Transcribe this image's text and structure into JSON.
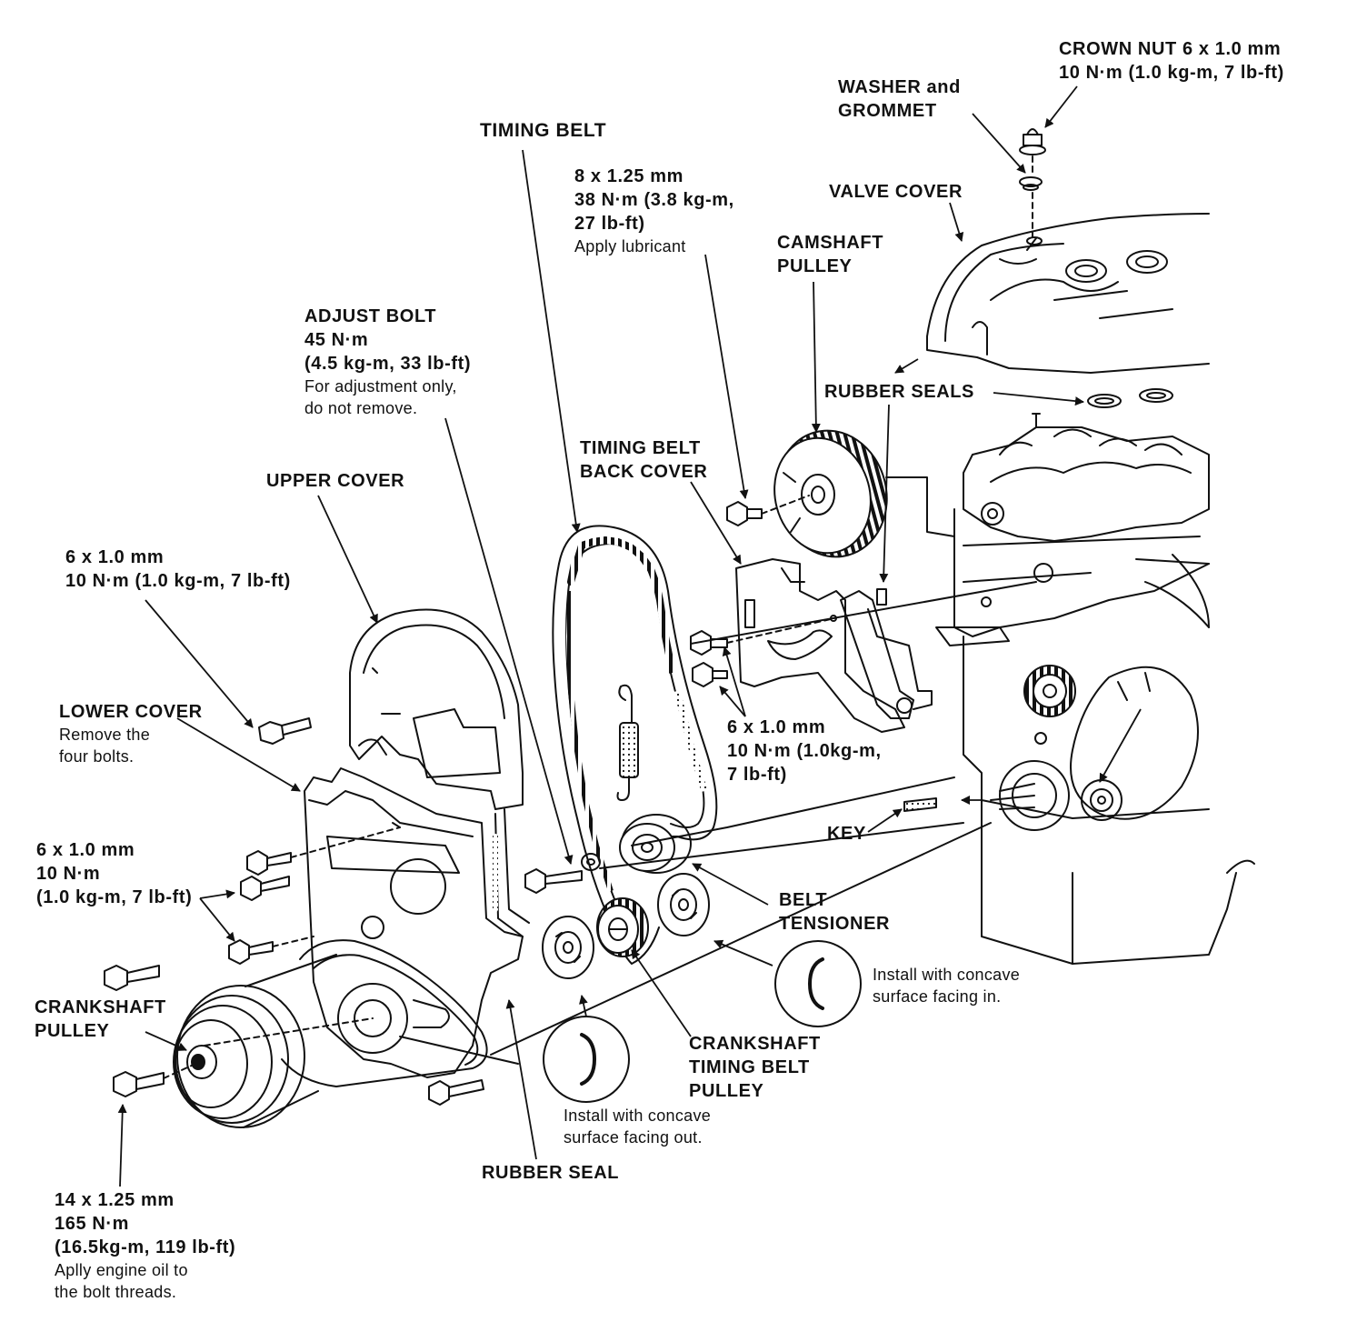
{
  "labels": {
    "crown_nut": {
      "line1": "CROWN NUT 6 x 1.0 mm",
      "line2": "10 N·m (1.0 kg-m, 7 lb-ft)"
    },
    "washer_grommet": {
      "line1": "WASHER and",
      "line2": "GROMMET"
    },
    "valve_cover": "VALVE COVER",
    "camshaft_pulley": {
      "line1": "CAMSHAFT",
      "line2": "PULLEY"
    },
    "timing_belt": "TIMING BELT",
    "cam_bolt": {
      "line1": "8 x 1.25 mm",
      "line2": "38 N·m (3.8 kg-m,",
      "line3": "27 lb-ft)",
      "line4": "Apply lubricant"
    },
    "adjust_bolt": {
      "line1": "ADJUST BOLT",
      "line2": "45 N·m",
      "line3": "(4.5 kg-m, 33 lb-ft)",
      "line4": "For adjustment only,",
      "line5": "do not remove."
    },
    "rubber_seals": "RUBBER SEALS",
    "back_cover": {
      "line1": "TIMING BELT",
      "line2": "BACK COVER"
    },
    "upper_cover": "UPPER COVER",
    "upper_bolt": {
      "line1": "6 x 1.0 mm",
      "line2": "10 N·m (1.0 kg-m, 7 lb-ft)"
    },
    "lower_cover": {
      "line1": "LOWER COVER",
      "line2": "Remove the",
      "line3": "four bolts."
    },
    "back_cover_bolt": {
      "line1": "6 x 1.0 mm",
      "line2": "10 N·m (1.0kg-m,",
      "line3": "7 lb-ft)"
    },
    "key": "KEY",
    "lower_bolt": {
      "line1": "6 x 1.0 mm",
      "line2": "10 N·m",
      "line3": "(1.0 kg-m, 7 lb-ft)"
    },
    "belt_tensioner": {
      "line1": "BELT",
      "line2": "TENSIONER"
    },
    "concave_in": {
      "line1": "Install with concave",
      "line2": "surface facing in."
    },
    "crankshaft_pulley": {
      "line1": "CRANKSHAFT",
      "line2": "PULLEY"
    },
    "crank_timing_pulley": {
      "line1": "CRANKSHAFT",
      "line2": "TIMING BELT",
      "line3": "PULLEY"
    },
    "concave_out": {
      "line1": "Install with concave",
      "line2": "surface facing out."
    },
    "rubber_seal": "RUBBER SEAL",
    "crank_bolt": {
      "line1": "14 x 1.25 mm",
      "line2": "165 N·m",
      "line3": "(16.5kg-m, 119 lb-ft)",
      "line4": "Aplly engine oil to",
      "line5": "the bolt threads."
    }
  },
  "colors": {
    "ink": "#111111",
    "paper": "#ffffff"
  }
}
